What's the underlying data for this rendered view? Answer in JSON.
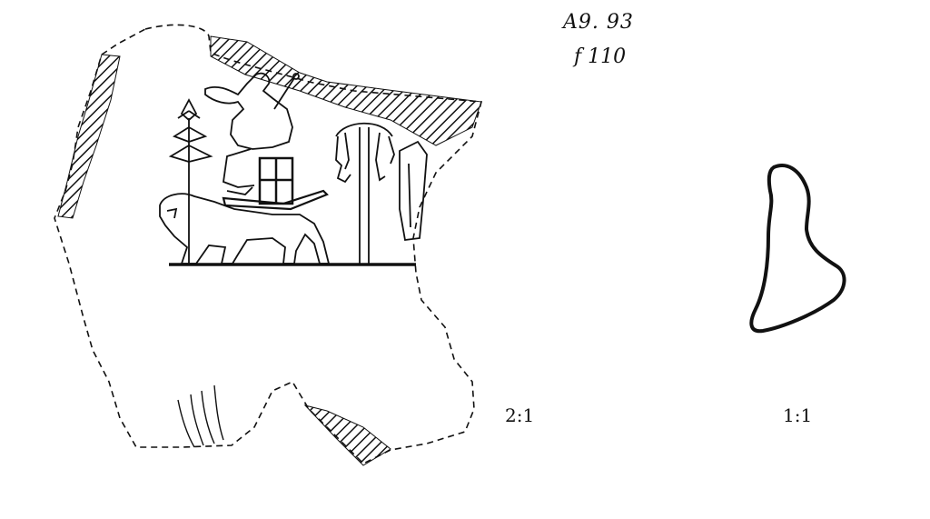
{
  "labels": {
    "catalog_id": "A9. 93",
    "folio": "f 110",
    "scale_enlarged": "2:1",
    "scale_actual": "1:1"
  },
  "figures": {
    "impression": {
      "subject": "seated figure on animal-drawn platform, trees and standard",
      "outline_style": "dashed",
      "breaks": "hatched"
    },
    "profile": {
      "outline_style": "solid"
    }
  },
  "colors": {
    "ink": "#111111",
    "paper": "#ffffff"
  }
}
